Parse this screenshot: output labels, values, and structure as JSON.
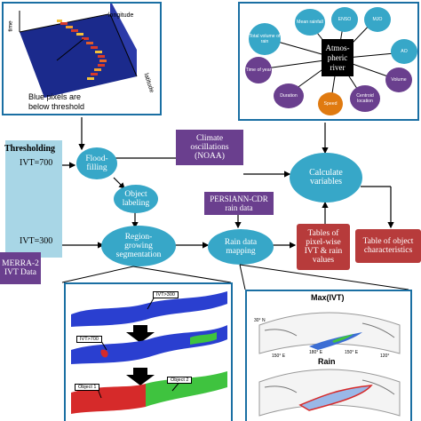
{
  "top_left_panel": {
    "axis_time": "time",
    "axis_longitude": "longitude",
    "axis_latitude": "latitude",
    "caption_line1": "Blue pixels are",
    "caption_line2": "below threshold"
  },
  "atmospheric_panel": {
    "center_line1": "Atmos-",
    "center_line2": "pheric",
    "center_line3": "river",
    "nodes": [
      {
        "label": "Total volume of rain",
        "color": "#37a7c8"
      },
      {
        "label": "Mean rainfall",
        "color": "#37a7c8"
      },
      {
        "label": "ENSO",
        "color": "#37a7c8"
      },
      {
        "label": "MJO",
        "color": "#37a7c8"
      },
      {
        "label": "AO",
        "color": "#37a7c8"
      },
      {
        "label": "Time of year",
        "color": "#6a3f8e"
      },
      {
        "label": "Duration",
        "color": "#6a3f8e"
      },
      {
        "label": "Speed",
        "color": "#e07a10"
      },
      {
        "label": "Centroid location",
        "color": "#6a3f8e"
      },
      {
        "label": "Volume",
        "color": "#6a3f8e"
      }
    ]
  },
  "flow": {
    "thresholding": "Thresholding",
    "ivt700": "IVT=700",
    "ivt300": "IVT=300",
    "merra_line1": "MERRA-2",
    "merra_line2": "IVT Data",
    "flood_line1": "Flood-",
    "flood_line2": "filling",
    "object_line1": "Object",
    "object_line2": "labeling",
    "region_line1": "Region-",
    "region_line2": "growing",
    "region_line3": "segmentation",
    "rain_line1": "Rain data",
    "rain_line2": "mapping",
    "climate_line1": "Climate",
    "climate_line2": "oscillations",
    "climate_line3": "(NOAA)",
    "persiann_line1": "PERSIANN-CDR",
    "persiann_line2": "rain data",
    "calc_line1": "Calculate",
    "calc_line2": "variables",
    "tables_line1": "Tables of",
    "tables_line2": "pixel-wise",
    "tables_line3": "IVT & rain",
    "tables_line4": "values",
    "objtable_line1": "Table of object",
    "objtable_line2": "characteristics"
  },
  "bottom_left_panel": {
    "ivt300": "IVT>300",
    "ivt700": "IVT>700",
    "object1": "Object 1",
    "object2": "Object 2"
  },
  "bottom_right_panel": {
    "title_max": "Max(IVT)",
    "title_rain": "Rain",
    "lon_labels": [
      "150° E",
      "180° E",
      "150° E",
      "120°"
    ],
    "lat_label": "30° N"
  }
}
